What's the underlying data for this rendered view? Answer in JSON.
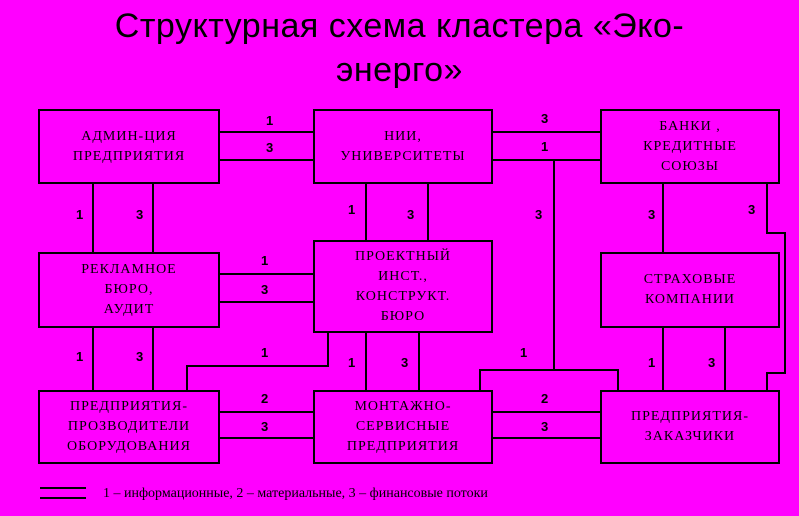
{
  "title": {
    "line1": "Структурная схема кластера «Эко-",
    "line2": "энерго»"
  },
  "boxes": {
    "admin": "АДМИН-ЦИЯ\nПРЕДПРИЯТИЯ",
    "nii": "НИИ,\nУНИВЕРСИТЕТЫ",
    "banks": "БАНКИ ,\nКРЕДИТНЫЕ\nСОЮЗЫ",
    "advert": "РЕКЛАМНОЕ\nБЮРО,\nАУДИТ",
    "project": "ПРОЕКТНЫЙ\nИНСТ.,\nКОНСТРУКТ.\nБЮРО",
    "insurance": "СТРАХОВЫЕ\nКОМПАНИИ",
    "producers": "ПРЕДПРИЯТИЯ-\nПРОЗВОДИТЕЛИ\nОБОРУДОВАНИЯ",
    "mounting": "МОНТАЖНО-\nСЕРВИСНЫЕ\nПРЕДПРИЯТИЯ",
    "customers": "ПРЕДПРИЯТИЯ-\nЗАКАЗЧИКИ"
  },
  "labels": {
    "one": "1",
    "two": "2",
    "three": "3"
  },
  "legend": {
    "text": "1 – информационные, 2 – материальные, 3 – финансовые потоки"
  }
}
